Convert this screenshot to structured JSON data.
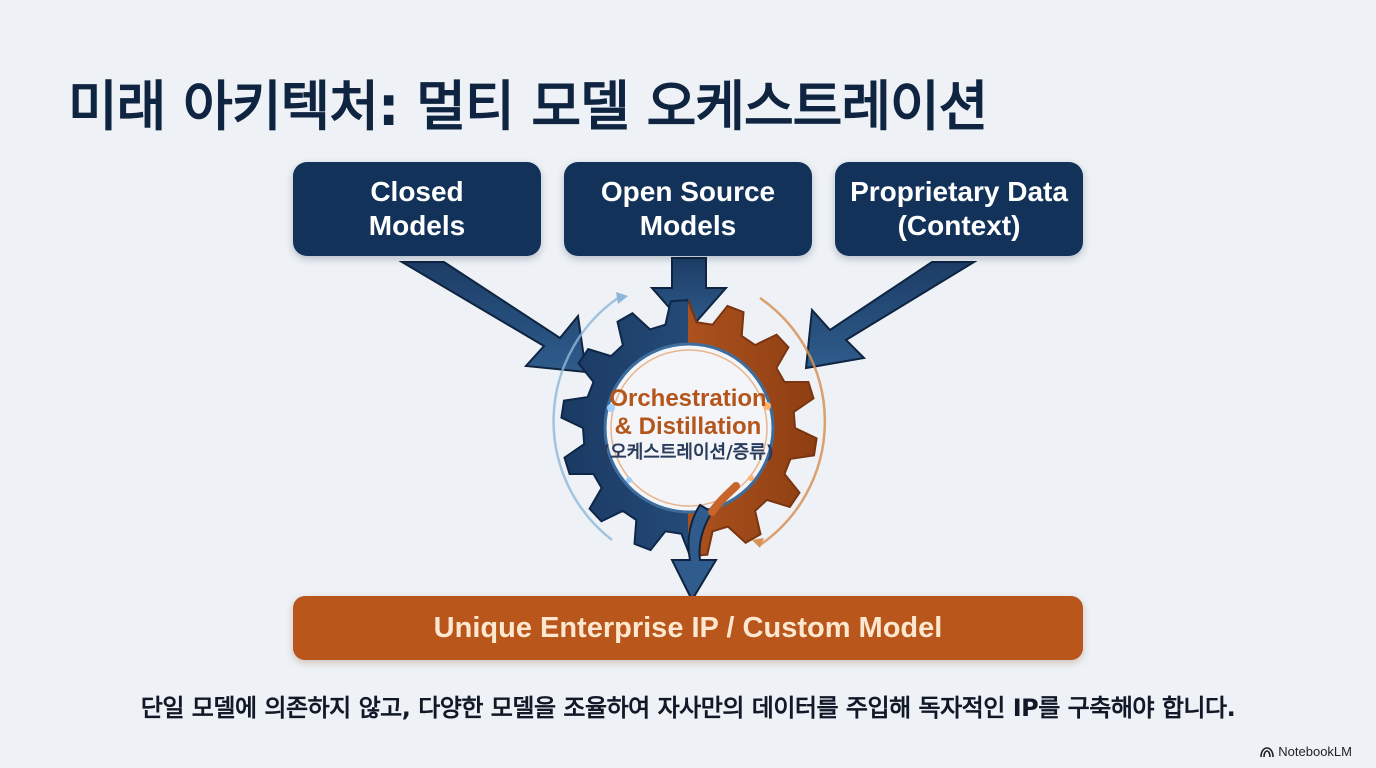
{
  "title": "미래 아키텍처: 멀티 모델 오케스트레이션",
  "sources": [
    {
      "line1": "Closed",
      "line2": "Models"
    },
    {
      "line1": "Open Source",
      "line2": "Models"
    },
    {
      "line1": "Proprietary Data",
      "line2": "(Context)"
    }
  ],
  "gear": {
    "line1": "Orchestration",
    "line2": "& Distillation",
    "line3": "(오케스트레이션/증류)"
  },
  "result": "Unique Enterprise IP / Custom Model",
  "caption": "단일 모델에 의존하지 않고, 다양한 모델을 조율하여 자사만의 데이터를 주입해 독자적인 IP를 구축해야 합니다.",
  "brand": "NotebookLM",
  "colors": {
    "navy": "#13325a",
    "orange": "#b8561b",
    "background": "#eef2f6"
  },
  "icons": [
    "notebooklm-logo-icon",
    "gear-icon",
    "arrow-down-icon"
  ]
}
